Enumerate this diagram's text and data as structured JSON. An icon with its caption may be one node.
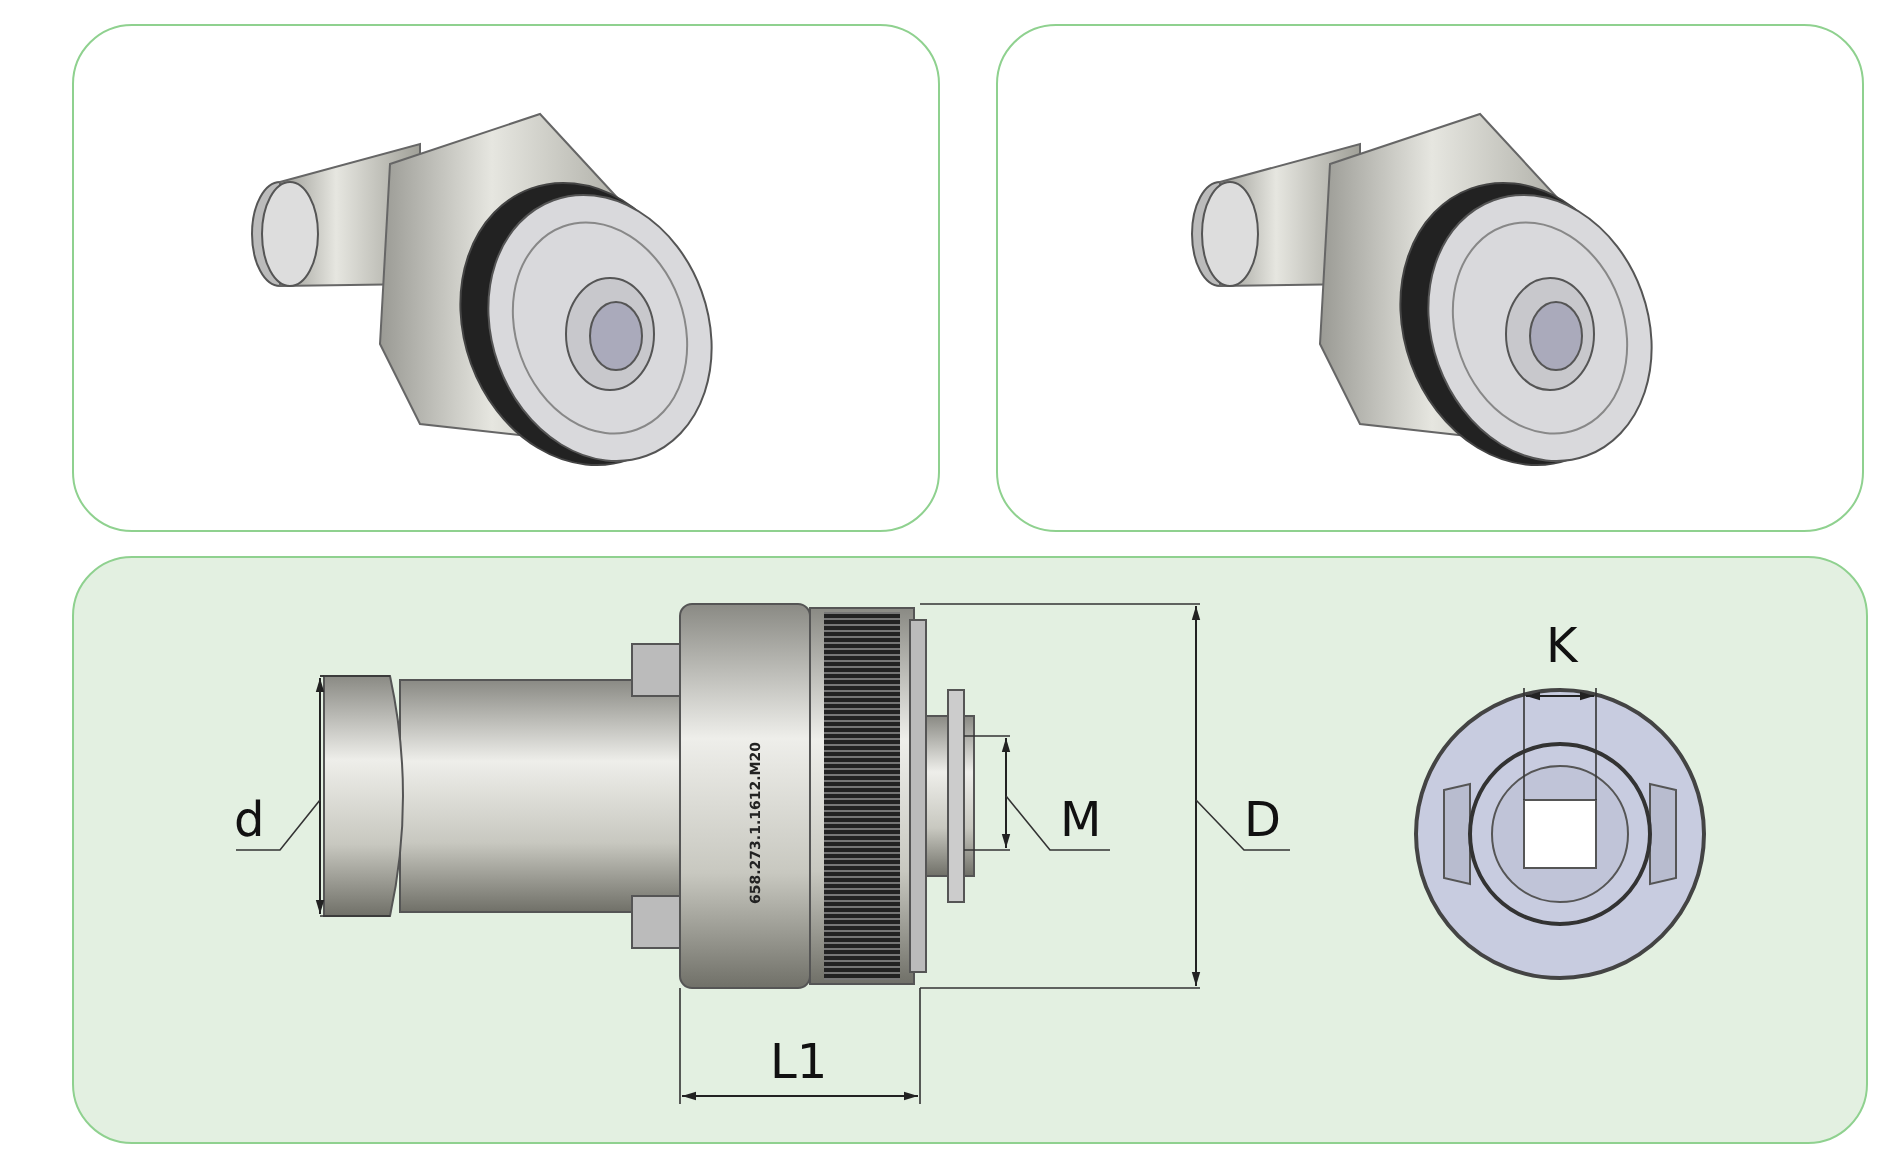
{
  "diagram": {
    "labels": [
      "d",
      "658.273.1.1612.M20",
      "L1",
      "M",
      "D",
      "K"
    ]
  }
}
